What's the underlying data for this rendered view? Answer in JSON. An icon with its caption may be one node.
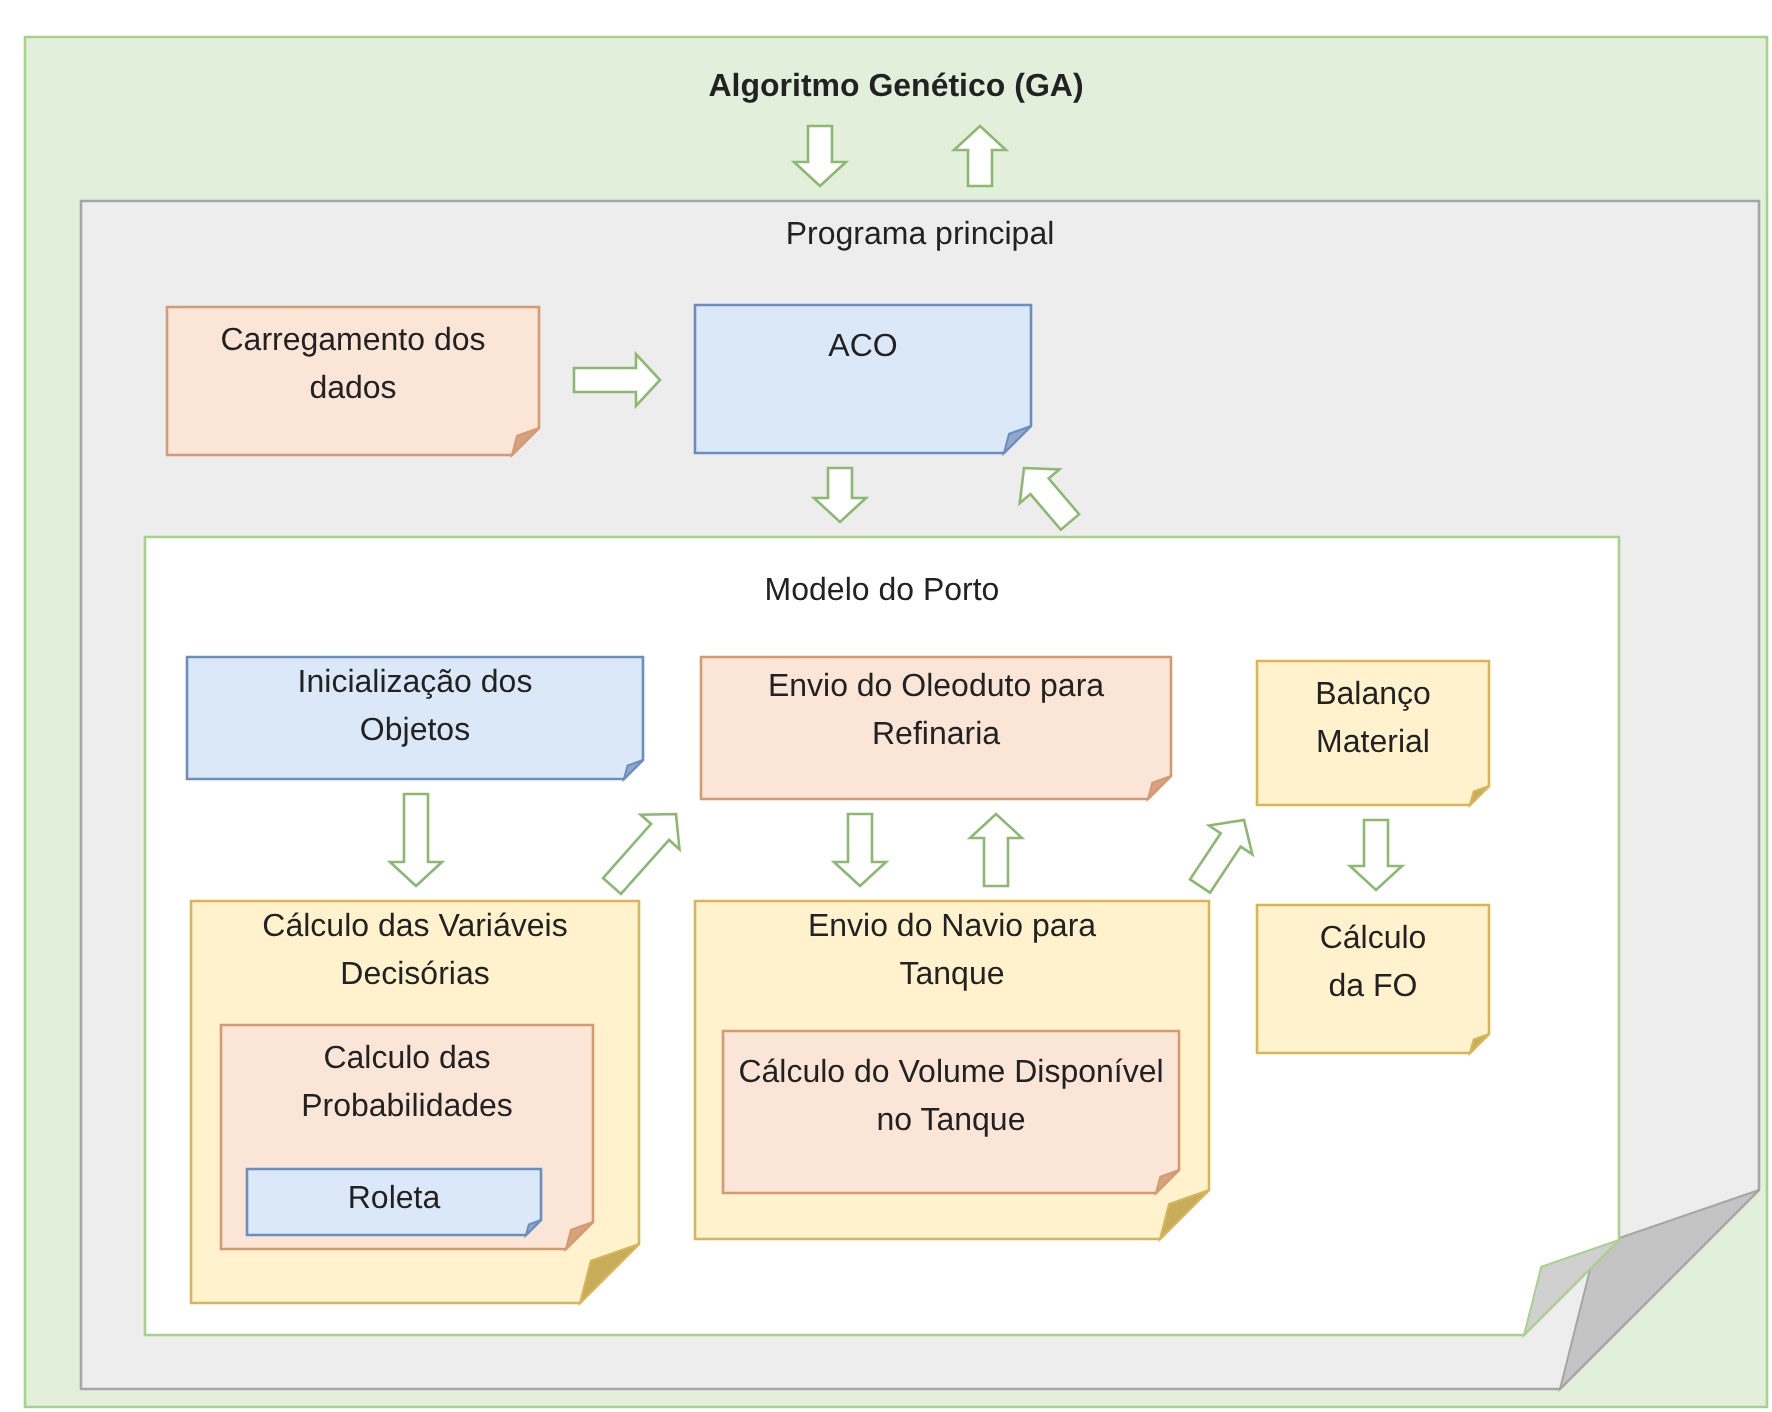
{
  "diagram": {
    "nodes": [
      {
        "text": [
          "Algoritmo Genético (GA)"
        ]
      },
      {
        "text": [
          "Programa principal"
        ],
        "in": 0
      },
      {
        "text": [
          "Carregamento dos dados"
        ],
        "in": 1
      },
      {
        "text": [
          "ACO"
        ],
        "in": 1
      },
      {
        "text": [
          "Modelo do Porto"
        ],
        "in": 1
      },
      {
        "text": [
          "Inicialização dos Objetos"
        ],
        "in": 4
      },
      {
        "text": [
          "Cálculo das Variáveis Decisórias"
        ],
        "in": 4
      },
      {
        "text": [
          "Calculo das Probabilidades"
        ],
        "in": 6
      },
      {
        "text": [
          "Roleta"
        ],
        "in": 7
      },
      {
        "text": [
          "Envio do Oleoduto para Refinaria"
        ],
        "in": 4
      },
      {
        "text": [
          "Envio do Navio para Tanque"
        ],
        "in": 4
      },
      {
        "text": [
          "Cálculo do Volume Disponível no Tanque"
        ],
        "in": 10
      },
      {
        "text": [
          "Balanço Material"
        ],
        "in": 4
      },
      {
        "text": [
          "Cálculo da FO"
        ],
        "in": 4
      }
    ],
    "edges": [
      {
        "from": 0,
        "to": 1,
        "arrow": "to"
      },
      {
        "from": 1,
        "to": 0,
        "arrow": "to"
      },
      {
        "from": 2,
        "to": 3,
        "arrow": "to"
      },
      {
        "from": 3,
        "to": 4,
        "arrow": "to"
      },
      {
        "from": 4,
        "to": 3,
        "arrow": "to"
      },
      {
        "from": 5,
        "to": 6,
        "arrow": "to"
      },
      {
        "from": 6,
        "to": 9,
        "arrow": "to"
      },
      {
        "from": 9,
        "to": 10,
        "arrow": "to"
      },
      {
        "from": 10,
        "to": 9,
        "arrow": "to"
      },
      {
        "from": 10,
        "to": 12,
        "arrow": "to"
      },
      {
        "from": 12,
        "to": 13,
        "arrow": "to"
      }
    ]
  }
}
